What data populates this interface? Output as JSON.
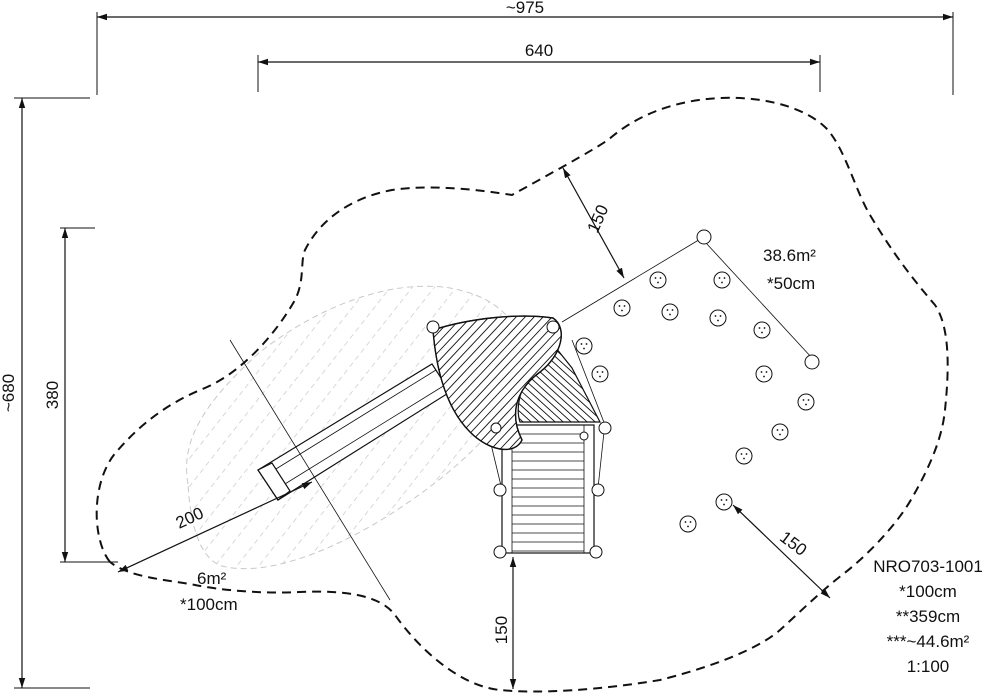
{
  "dimensions": {
    "overall_width": "~975",
    "inner_width": "640",
    "overall_height": "~680",
    "inner_height": "380",
    "clearance_top": "150",
    "clearance_right": "150",
    "clearance_bottom": "150",
    "slide_run": "200"
  },
  "areas": {
    "climbing_area": "38.6m²",
    "climbing_height": "*50cm",
    "slide_area": "6m²",
    "slide_height": "*100cm"
  },
  "product": {
    "code": "NRO703-1001",
    "height_1": "*100cm",
    "height_2": "**359cm",
    "area": "***~44.6m²",
    "scale": "1:100"
  }
}
